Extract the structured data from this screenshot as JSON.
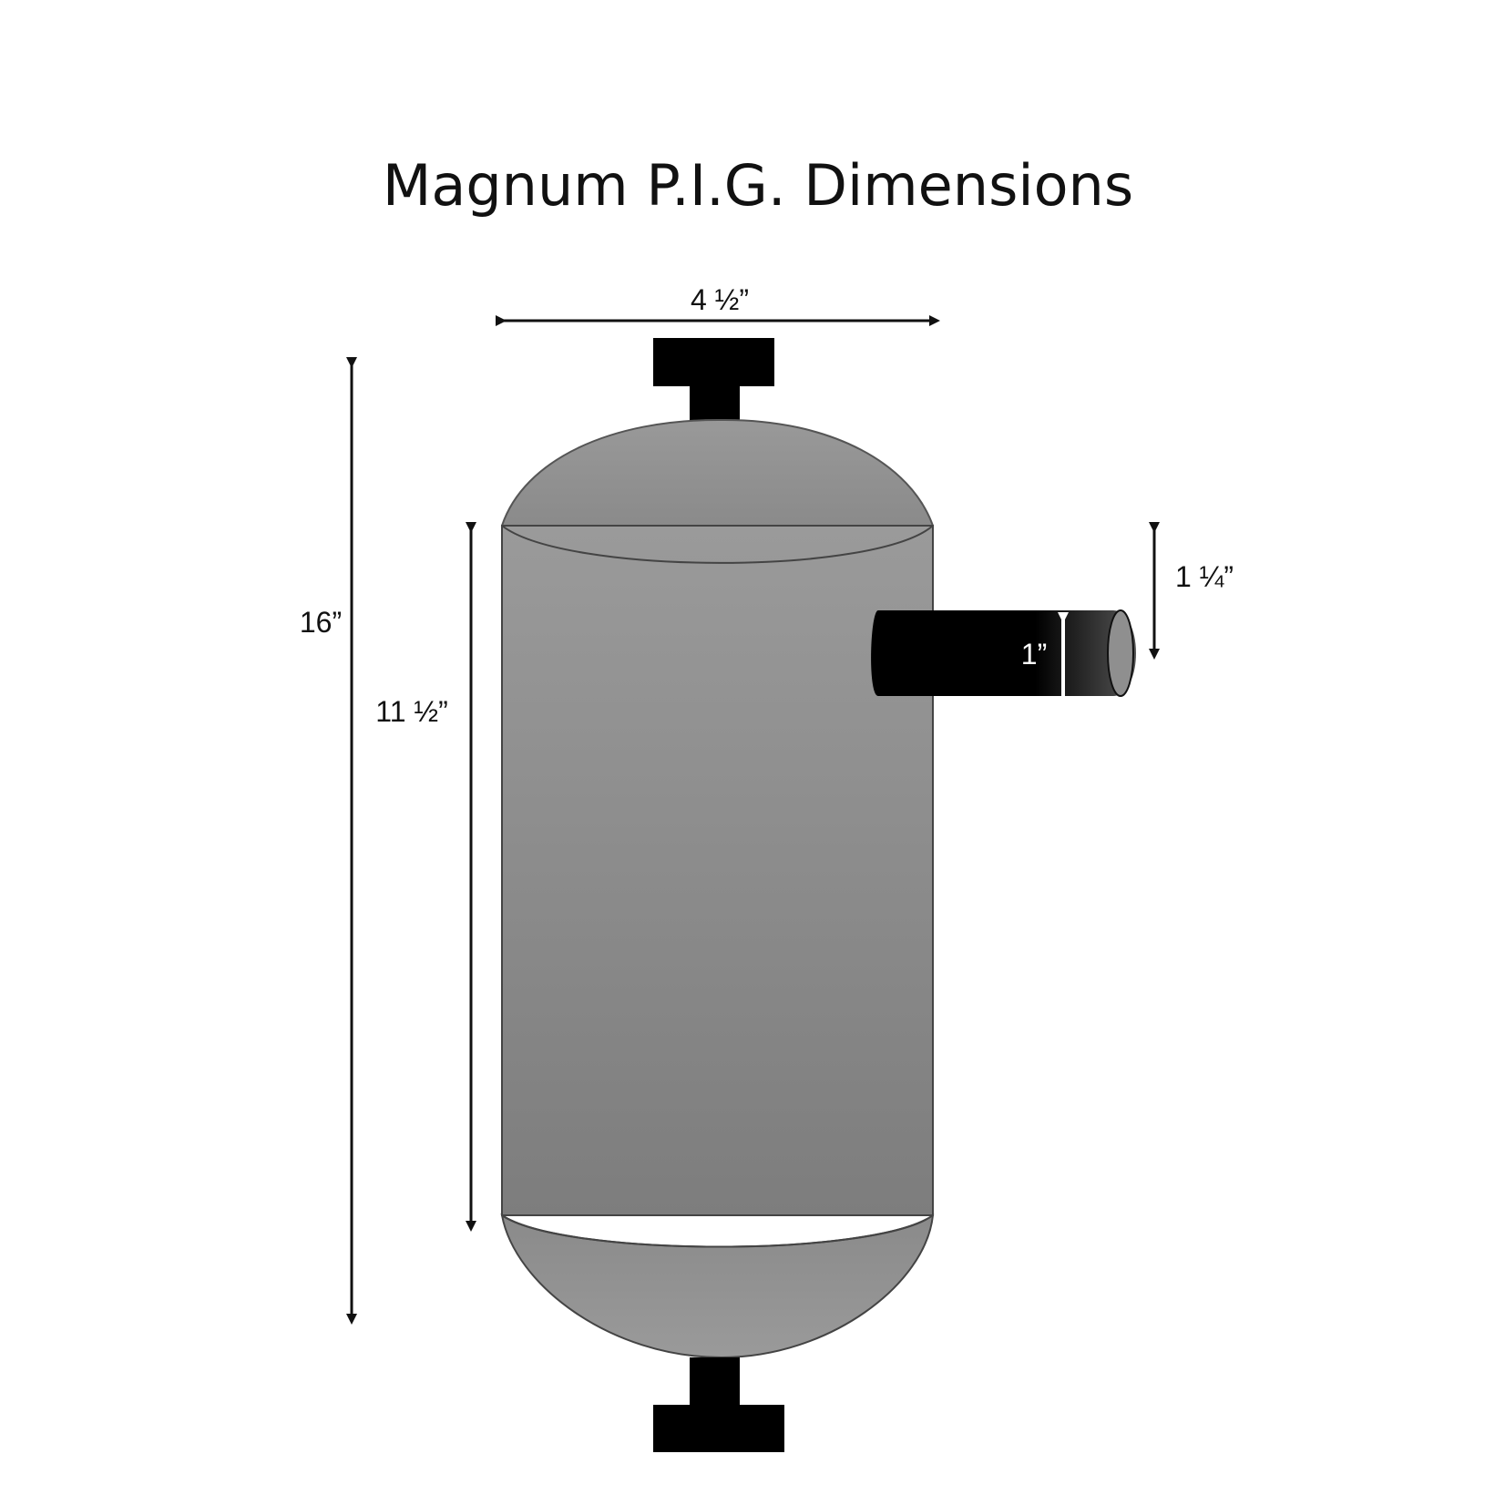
{
  "title": "Magnum P.I.G. Dimensions",
  "dimensions": {
    "width": "4 ½”",
    "overall_height": "16”",
    "body_height": "11 ½”",
    "port_offset": "1 ¼”",
    "port_diameter": "1”"
  },
  "colors": {
    "body_top": "#9a9a9a",
    "body_bottom": "#7f7f7f",
    "cap_dark": "#8b8b8b",
    "fitting": "#000000",
    "arrow": "#111111",
    "white_arrow": "#ffffff"
  }
}
